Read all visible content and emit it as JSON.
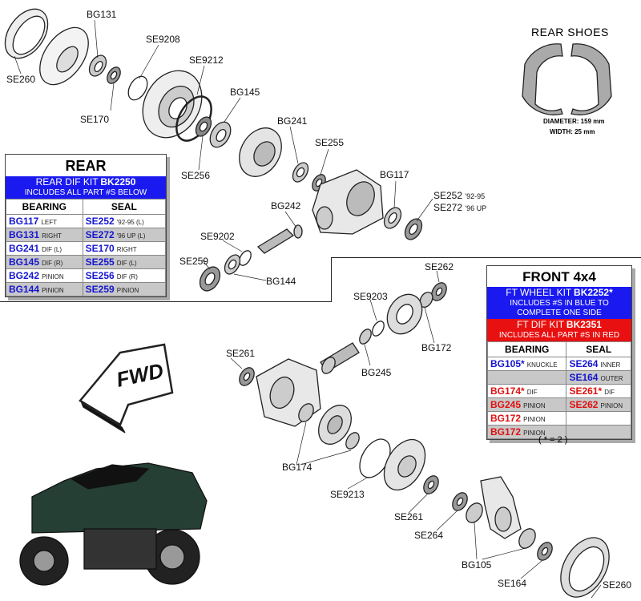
{
  "rear_shoes": {
    "title": "REAR SHOES",
    "diameter": "DIAMETER: 159 mm",
    "width": "WIDTH: 25 mm"
  },
  "fwd_label": "FWD",
  "callouts": {
    "se260_top": "SE260",
    "bg131": "BG131",
    "se170": "SE170",
    "se9208": "SE9208",
    "se9212": "SE9212",
    "bg145": "BG145",
    "bg241": "BG241",
    "se255": "SE255",
    "se256": "SE256",
    "bg117": "BG117",
    "se252": "SE252",
    "se252_note": "'92-95",
    "se272": "SE272",
    "se272_note": "'96 UP",
    "bg242": "BG242",
    "se9202": "SE9202",
    "se259": "SE259",
    "bg144": "BG144",
    "se262": "SE262",
    "se9203": "SE9203",
    "bg172": "BG172",
    "se261_top": "SE261",
    "bg245": "BG245",
    "bg174": "BG174",
    "se9213": "SE9213",
    "se261_bottom": "SE261",
    "se264": "SE264",
    "bg105": "BG105",
    "se164": "SE164",
    "se260_bottom": "SE260"
  },
  "rear_table": {
    "title": "REAR",
    "kit_prefix": "REAR DIF KIT",
    "kit_code": "BK2250",
    "kit_note": "INCLUDES ALL PART #S BELOW",
    "col_bearing": "BEARING",
    "col_seal": "SEAL",
    "rows": [
      {
        "b": "BG117",
        "bn": "LEFT",
        "s": "SE252",
        "sn": "'92-95 (L)"
      },
      {
        "b": "BG131",
        "bn": "RIGHT",
        "s": "SE272",
        "sn": "'96 UP (L)"
      },
      {
        "b": "BG241",
        "bn": "DIF (L)",
        "s": "SE170",
        "sn": "RIGHT"
      },
      {
        "b": "BG145",
        "bn": "DIF (R)",
        "s": "SE255",
        "sn": "DIF (L)"
      },
      {
        "b": "BG242",
        "bn": "PINION",
        "s": "SE256",
        "sn": "DIF (R)"
      },
      {
        "b": "BG144",
        "bn": "PINION",
        "s": "SE259",
        "sn": "PINION"
      }
    ]
  },
  "front_table": {
    "title": "FRONT 4x4",
    "wheel_kit_prefix": "FT WHEEL KIT",
    "wheel_kit_code": "BK2252*",
    "wheel_kit_note1": "INCLUDES #S IN BLUE TO",
    "wheel_kit_note2": "COMPLETE ONE SIDE",
    "dif_kit_prefix": "FT DIF KIT",
    "dif_kit_code": "BK2351",
    "dif_kit_note": "INCLUDES ALL PART #S IN RED",
    "col_bearing": "BEARING",
    "col_seal": "SEAL",
    "rows": [
      {
        "b": "BG105*",
        "bc": "blue",
        "bn": "KNUCKLE",
        "s": "SE264",
        "sc": "blue",
        "sn": "INNER"
      },
      {
        "b": "",
        "bc": "",
        "bn": "",
        "s": "SE164",
        "sc": "blue",
        "sn": "OUTER"
      },
      {
        "b": "BG174*",
        "bc": "red",
        "bn": "DIF",
        "s": "SE261*",
        "sc": "red",
        "sn": "DIF"
      },
      {
        "b": "BG245",
        "bc": "red",
        "bn": "PINION",
        "s": "SE262",
        "sc": "red",
        "sn": "PINION"
      },
      {
        "b": "BG172",
        "bc": "red",
        "bn": "PINION",
        "s": "",
        "sc": "",
        "sn": ""
      },
      {
        "b": "BG172",
        "bc": "red",
        "bn": "PINION",
        "s": "",
        "sc": "",
        "sn": ""
      }
    ],
    "note": "( * = 2 )"
  }
}
